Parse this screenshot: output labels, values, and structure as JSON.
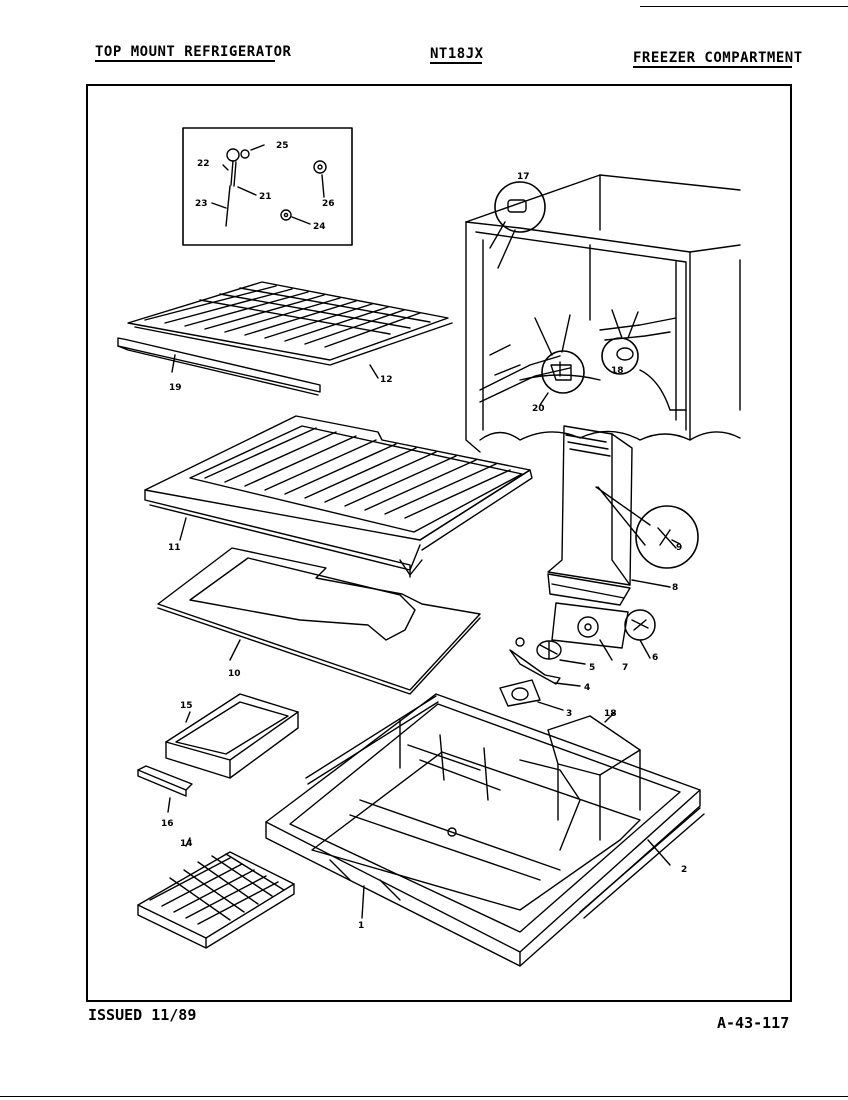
{
  "header": {
    "left": "TOP MOUNT REFRIGERATOR",
    "model": "NT18JX",
    "section": "FREEZER COMPARTMENT"
  },
  "footer": {
    "issued": "ISSUED 11/89",
    "doc_number": "A-43-117"
  },
  "callouts": {
    "c1": "1",
    "c2": "2",
    "c3": "3",
    "c4": "4",
    "c5": "5",
    "c6": "6",
    "c7": "7",
    "c8": "8",
    "c9": "9",
    "c10": "10",
    "c11": "11",
    "c12": "12",
    "c14": "14",
    "c15": "15",
    "c16": "16",
    "c17": "17",
    "c18": "18",
    "c19": "19",
    "c20": "20",
    "c21": "21",
    "c22": "22",
    "c23": "23",
    "c24": "24",
    "c25": "25",
    "c26": "26"
  }
}
